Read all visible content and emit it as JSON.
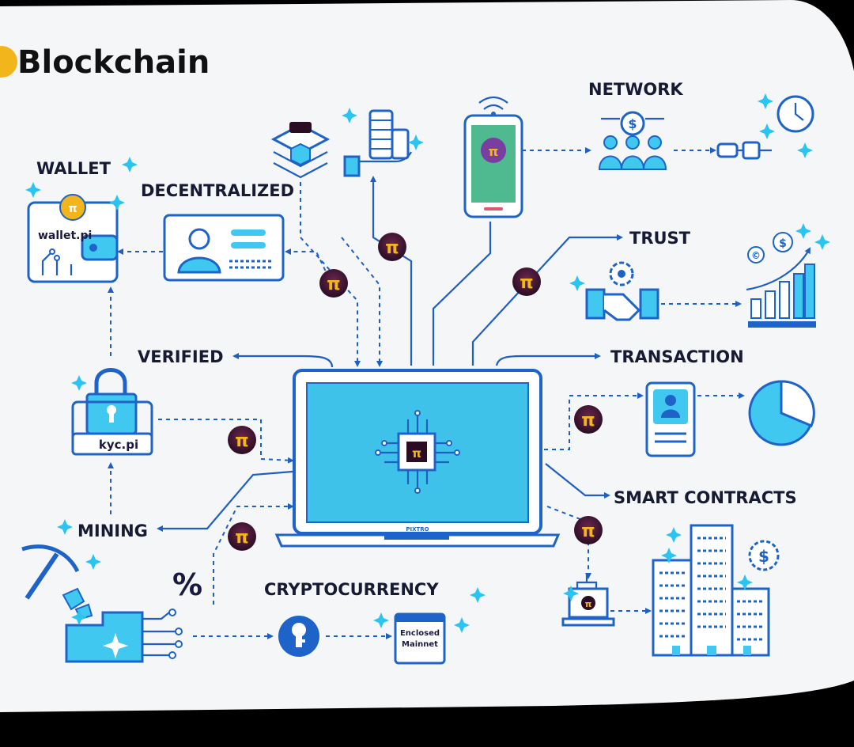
{
  "title": "Blockchain",
  "labels": {
    "network": "NETWORK",
    "wallet": "WALLET",
    "decentralized": "DECENTRALIZED",
    "trust": "TRUST",
    "verified": "VERIFIED",
    "transaction": "TRANSACTION",
    "smart_contracts": "SMART CONTRACTS",
    "mining": "MINING",
    "cryptocurrency": "CRYPTOCURRENCY"
  },
  "small_text": {
    "wallet_file": "wallet.pi",
    "kyc_file": "kyc.pi",
    "mainnet_line1": "Enclosed",
    "mainnet_line2": "Mainnet",
    "percent": "%",
    "laptop_brand": "PIXTRO"
  },
  "colors": {
    "background": "#f4f6f8",
    "line": "#1f5fc2",
    "accent": "#40c8f0",
    "coin": "#3a1230",
    "coin_symbol": "#f2b51c"
  }
}
